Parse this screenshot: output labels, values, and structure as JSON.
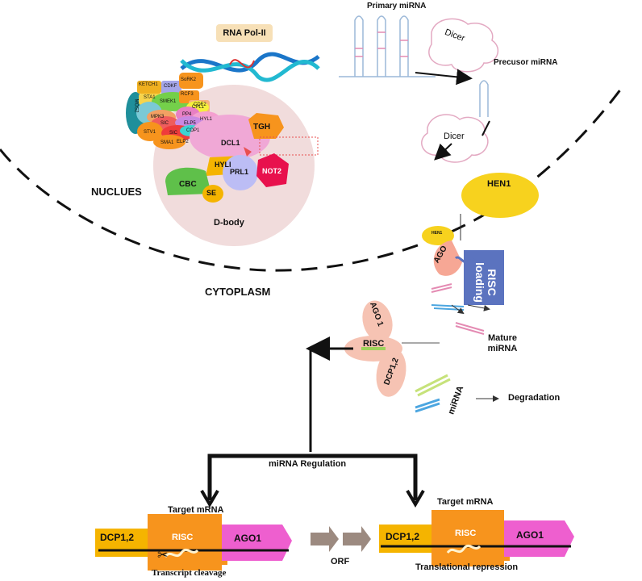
{
  "nucleus": {
    "rna_pol": "RNA Pol-II",
    "nucleus_label": "NUCLUES",
    "cytoplasm_label": "CYTOPLASM",
    "dbody_label": "D-body",
    "proteins": [
      "KETCH1",
      "CDKF",
      "SoRK2",
      "STA1",
      "SMEK1",
      "RCF3",
      "CDF2",
      "MOS2",
      "CPL1",
      "MPK3",
      "PP4",
      "HYL1",
      "SIC",
      "ELP5",
      "STV1",
      "SIC",
      "COP1",
      "SMA1",
      "ELP2"
    ],
    "dbody_proteins": {
      "tgh": "TGH",
      "dcl1": "DCL1",
      "hyl1": "HYLI",
      "prl1": "PRL1",
      "not2": "NOT2",
      "cbc": "CBC",
      "se": "SE"
    }
  },
  "processing": {
    "primary_mirna": "Primary miRNA",
    "dicer1": "Dicer",
    "precursor": "Precusor miRNA",
    "dicer2": "Dicer",
    "hen1_large": "HEN1",
    "hen1_small": "HEN1",
    "ago": "AGO",
    "risc_loading": "RISC loading",
    "mature_mirna": "Mature miRNA"
  },
  "risc": {
    "ago1": "AGO 1",
    "risc": "RISC",
    "dcp": "DCP1,2",
    "mirna": "miRNA",
    "degradation": "Degradation",
    "regulation": "miRNA Regulation"
  },
  "targets": {
    "left_title": "Target mRNA",
    "left_dcp": "DCP1,2",
    "left_risc": "RISC",
    "left_ago": "AGO1",
    "left_caption": "Transcript cleavage",
    "orf": "ORF",
    "right_title": "Target mRNA",
    "right_dcp": "DCP1,2",
    "right_risc": "RISC",
    "right_ago": "AGO1",
    "right_caption": "Translational repression"
  },
  "colors": {
    "dcp": "#f5b400",
    "risc": "#f7941d",
    "ago": "#ee5fcf",
    "hen1": "#f7d21e",
    "risc_loading": "#5b73bf",
    "petal": "#f6c3b3",
    "dbody": "#f1dcdc",
    "orf_arrow": "#9c8a80"
  }
}
